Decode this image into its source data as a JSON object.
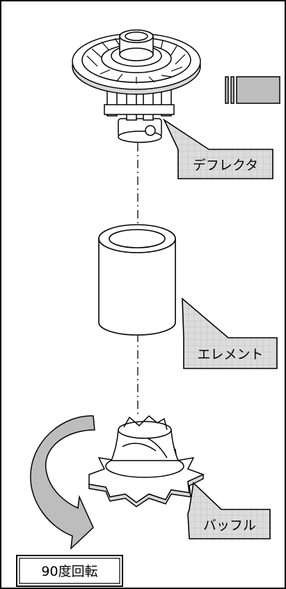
{
  "labels": {
    "deflector": "デフレクタ",
    "element": "エレメント",
    "baffle": "バッフル"
  },
  "rotation_note": "90度回転",
  "colors": {
    "line": "#000000",
    "callout_fill": "#dcdcdc",
    "grid": "#b8b8b8",
    "arrow_fill": "#bdbdbd",
    "part_fill": "#ffffff",
    "part_shade": "#d8d8d8"
  },
  "icons": {
    "direction_arrow": "striped-right-arrow-icon",
    "rotate_arrow": "curved-rotate-arrow-icon"
  }
}
